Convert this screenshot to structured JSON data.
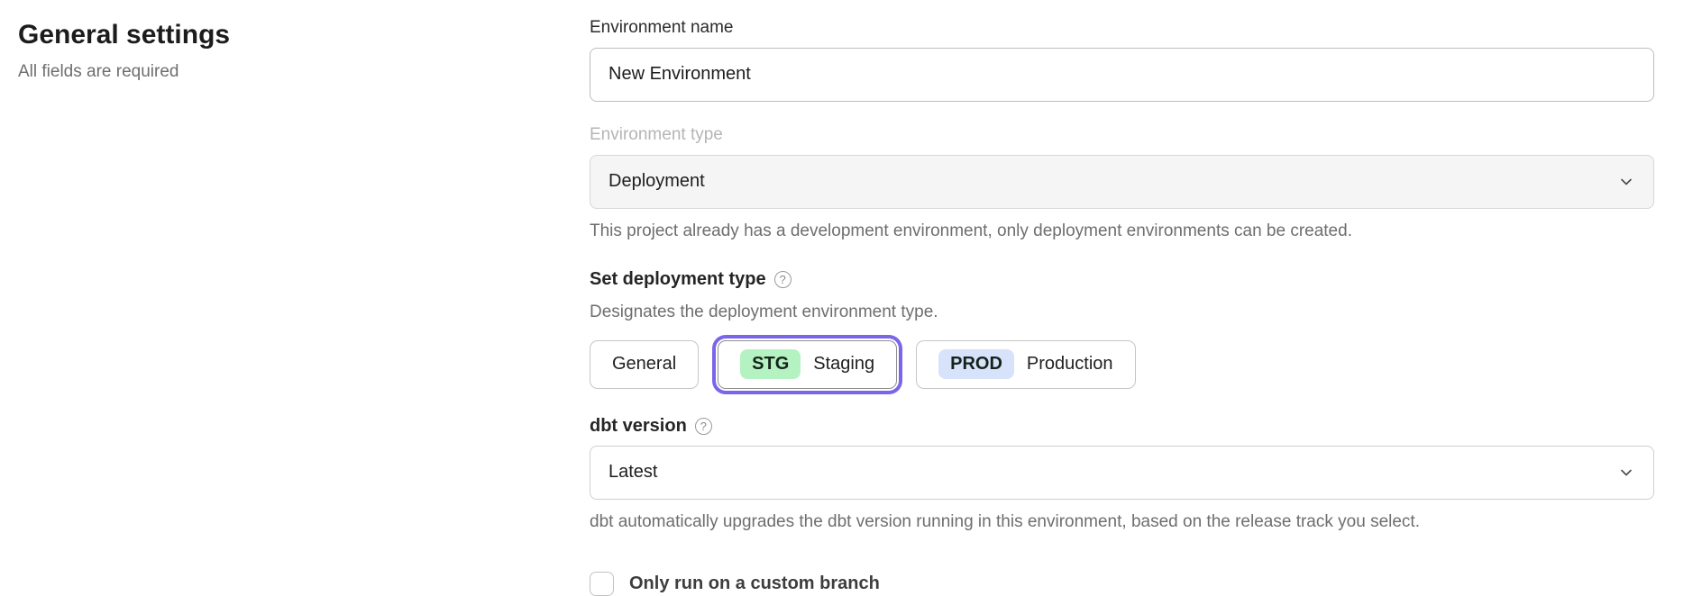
{
  "page": {
    "title": "General settings",
    "subtitle": "All fields are required"
  },
  "form": {
    "environment_name": {
      "label": "Environment name",
      "value": "New Environment"
    },
    "environment_type": {
      "label": "Environment type",
      "value": "Deployment",
      "disabled": true,
      "help": "This project already has a development environment, only deployment environments can be created."
    },
    "deployment_type": {
      "label": "Set deployment type",
      "help_icon": "question-circle",
      "description": "Designates the deployment environment type.",
      "options": [
        {
          "label": "General",
          "badge": "",
          "selected": false
        },
        {
          "label": "Staging",
          "badge": "STG",
          "badge_color": "#b5f2c2",
          "selected": true
        },
        {
          "label": "Production",
          "badge": "PROD",
          "badge_color": "#d6e3fb",
          "selected": false
        }
      ]
    },
    "dbt_version": {
      "label": "dbt version",
      "help_icon": "question-circle",
      "value": "Latest",
      "help": "dbt automatically upgrades the dbt version running in this environment, based on the release track you select."
    },
    "custom_branch": {
      "label": "Only run on a custom branch",
      "checked": false
    }
  },
  "icons": {
    "question_mark": "?",
    "chevron_down": "chevron-down"
  },
  "colors": {
    "accent": "#7b66eb",
    "stg_badge": "#b5f2c2",
    "prod_badge": "#d6e3fb",
    "disabled_field_bg": "#f5f5f6"
  }
}
